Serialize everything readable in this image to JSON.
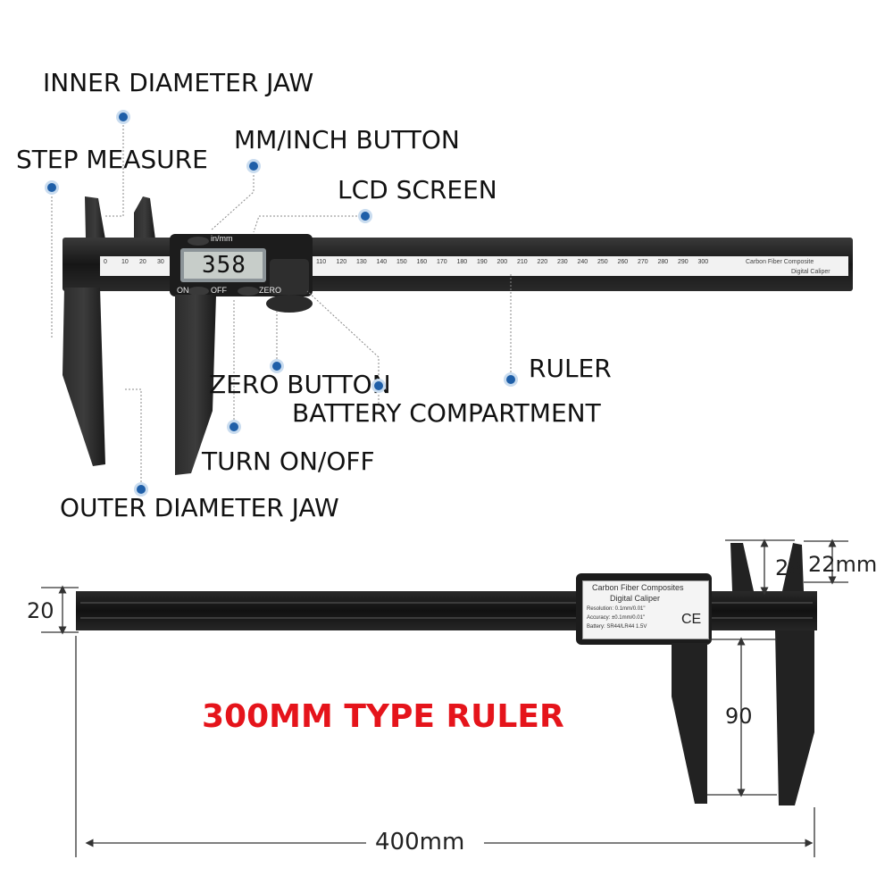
{
  "labels": {
    "inner_jaw": "INNER DIAMETER JAW",
    "step_measure": "STEP MEASURE",
    "mm_inch_button": "MM/INCH BUTTON",
    "lcd_screen": "LCD SCREEN",
    "ruler": "RULER",
    "zero_button": "ZERO BUTTON",
    "battery": "BATTERY COMPARTMENT",
    "on_off": "TURN ON/OFF",
    "outer_jaw": "OUTER DIAMETER JAW"
  },
  "caliper": {
    "display_value": "358",
    "unit_key": "in/mm",
    "on_key": "ON",
    "off_key": "OFF",
    "zero_key": "ZERO",
    "ruler_ticks": [
      "0",
      "10",
      "20",
      "30",
      "110",
      "120",
      "130",
      "140",
      "150",
      "160",
      "170",
      "180",
      "190",
      "200",
      "210",
      "220",
      "230",
      "240",
      "250",
      "260",
      "270",
      "280",
      "290",
      "300"
    ],
    "ruler_text_1": "Carbon Fiber Composite",
    "ruler_text_2": "Digital Caliper"
  },
  "spec_label": {
    "line1": "Carbon Fiber Composites",
    "line2": "Digital Caliper",
    "line3": "Resolution: 0.1mm/0.01\"",
    "line4": "Accuracy: ±0.1mm/0.01\"",
    "line5": "Battery: SR44/LR44 1.5V",
    "mark": "CE"
  },
  "dimensions": {
    "height": "20",
    "jaw_top": "28",
    "jaw_side": "22mm",
    "jaw_length": "90",
    "total_length": "400mm"
  },
  "headline": "300MM TYPE RULER",
  "colors": {
    "headline": "#e5141b",
    "dot": "#1f5fa8",
    "body": "#1c1c1c"
  }
}
